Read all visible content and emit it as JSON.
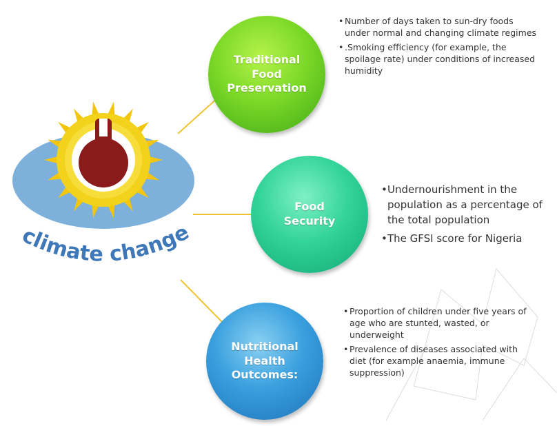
{
  "logo": {
    "text": "climate change",
    "colors": {
      "sun": "#f2d21b",
      "ray": "#f2c60f",
      "mercury": "#8b1a1a",
      "eye": "#6fa8d8",
      "text": "#3f78b8"
    }
  },
  "nodes": [
    {
      "label": "Traditional\nFood\nPreservation",
      "color": "#5ec31e",
      "bullets": [
        "Number of days taken to sun-dry foods under normal and changing climate regimes",
        ".Smoking efficiency (for example, the spoilage rate) under conditions of increased humidity"
      ]
    },
    {
      "label": "Food\nSecurity",
      "color": "#25c48c",
      "bullets": [
        "Undernourishment in the population as a percentage of the total population",
        "The GFSI score for Nigeria"
      ]
    },
    {
      "label": "Nutritional\nHealth\nOutcomes:",
      "color": "#2a8ad0",
      "bullets": [
        "Proportion of children under five years of age who are stunted, wasted, or underweight",
        "Prevalence of diseases associated with diet (for example anaemia, immune suppression)"
      ]
    }
  ],
  "connector_color": "#f0c431"
}
